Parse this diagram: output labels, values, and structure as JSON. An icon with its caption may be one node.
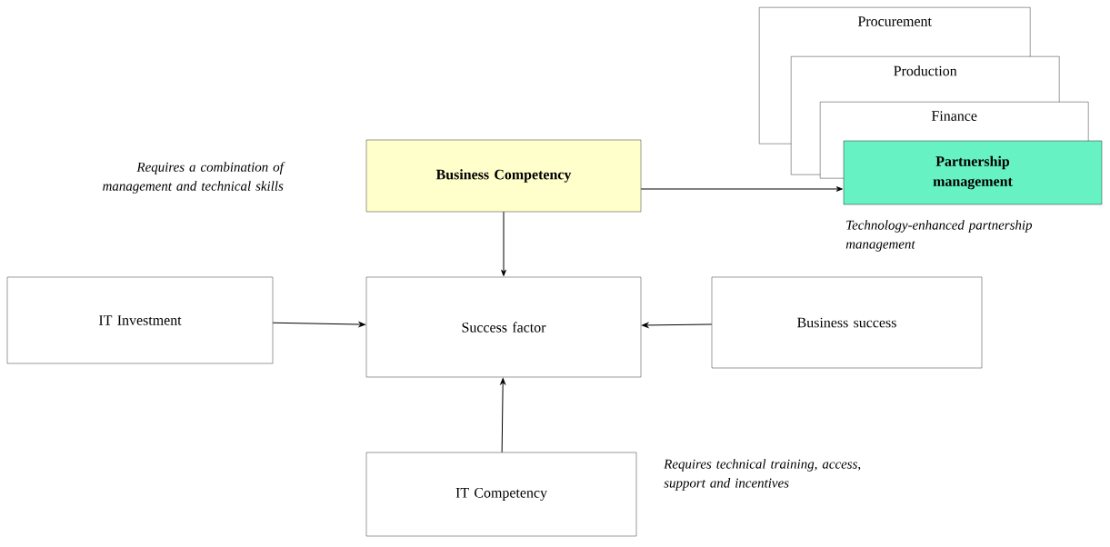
{
  "diagram": {
    "nodes": [
      {
        "text": [
          "Procurement"
        ]
      },
      {
        "text": [
          "Production"
        ]
      },
      {
        "text": [
          "Finance"
        ]
      },
      {
        "text": [
          "Partnership management"
        ],
        "beside": [
          "Technology-enhanced partnership management"
        ]
      },
      {
        "text": [
          "Business Competency"
        ]
      },
      {
        "text": [
          "IT Investment"
        ]
      },
      {
        "text": [
          "Success factor"
        ]
      },
      {
        "text": [
          "Business success"
        ]
      },
      {
        "text": [
          "IT Competency"
        ],
        "beside": [
          "Requires technical training, access, support and incentives"
        ]
      }
    ],
    "edges": [
      {
        "from": 4,
        "to": 3,
        "arrow": "to"
      },
      {
        "from": 4,
        "to": 6,
        "arrow": "to"
      },
      {
        "from": 5,
        "to": 6,
        "arrow": "to"
      },
      {
        "from": 7,
        "to": 6,
        "arrow": "to"
      },
      {
        "from": 8,
        "to": 6,
        "arrow": "to"
      }
    ],
    "labels": [
      "Requires a combination of management and technical skills"
    ]
  }
}
